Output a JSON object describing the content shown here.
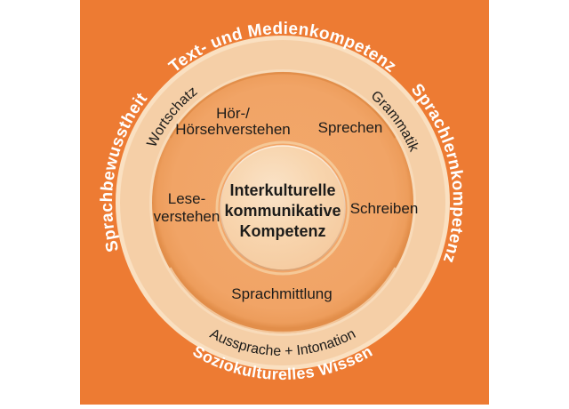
{
  "diagram_title": "Interkulturelle kommunikative Kompetenz",
  "colors": {
    "page_bg": "#FFFFFF",
    "panel_orange": "#ED7B33",
    "ring_cream": "#F5CFA7",
    "ring_highlight": "#FAE0C1",
    "inner_disc": "#F1A466",
    "inner_disc_edge": "#E28E4A",
    "center_fill": "#F7D0A6",
    "center_rim": "#E9B586",
    "text_dark": "#1D1C1A",
    "text_white": "#FFFFFF"
  },
  "outer_labels": {
    "top": "Text- und Medienkompetenz",
    "right": "Sprachlernkompetenz",
    "left": "Sprachbewusstheit",
    "bottom": "Soziokulturelles Wissen"
  },
  "ring_labels": {
    "upper_left": "Wortschatz",
    "upper_right": "Grammatik",
    "bottom": "Aussprache + Intonation"
  },
  "inner_labels": {
    "listening_line1": "Hör-/",
    "listening_line2": "Hörsehverstehen",
    "speaking": "Sprechen",
    "reading_line1": "Lese-",
    "reading_line2": "verstehen",
    "writing": "Schreiben",
    "mediation": "Sprachmittlung"
  },
  "center_label": {
    "line1": "Interkulturelle",
    "line2": "kommunikative",
    "line3": "Kompetenz"
  }
}
